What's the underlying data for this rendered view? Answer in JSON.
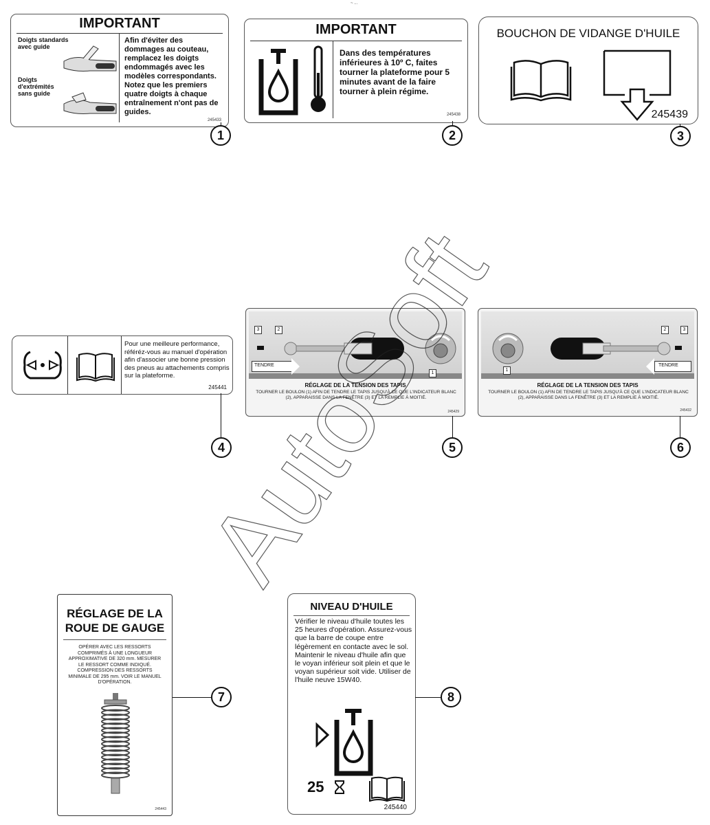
{
  "watermark": "AutoSoft",
  "top_mark": "~ ...",
  "callouts": [
    "1",
    "2",
    "3",
    "4",
    "5",
    "6",
    "7",
    "8"
  ],
  "decal1": {
    "title": "IMPORTANT",
    "label_a": "Doigts standards avec guide",
    "label_b": "Doigts d'extrémités sans guide",
    "text": "Afin d'éviter des dommages au couteau, remplacez les doigts endommagés avec les modèles correspondants. Notez que les premiers quatre doigts à chaque entraînement n'ont pas de guides.",
    "code": "245433"
  },
  "decal2": {
    "title": "IMPORTANT",
    "text": "Dans des températures inférieures à 10º C, faites tourner la plateforme pour 5 minutes avant de la faire tourner à plein régime.",
    "code": "245438"
  },
  "decal3": {
    "title": "BOUCHON DE VIDANGE D'HUILE",
    "code": "245439"
  },
  "decal4": {
    "text": "Pour une meilleure performance, référéz-vous au manuel d'opération afin d'associer une bonne pression des pneus au attachements compris sur la plateforme.",
    "code": "245441"
  },
  "decal5": {
    "arrow_label": "TENDRE",
    "title": "RÉGLAGE DE LA TENSION DES TAPIS",
    "text": "TOURNER LE BOULON (1) AFIN DE TENDRE LE TAPIS JUSQU'À CE QUE L'INDICATEUR BLANC (2), APPARAISSE DANS LA FENÊTRE (3) ET LA REMPLIE À MOITIÉ.",
    "code": "245429",
    "num1": "1",
    "num2": "2",
    "num3": "3"
  },
  "decal6": {
    "arrow_label": "TENDRE",
    "title": "RÉGLAGE DE LA TENSION DES TAPIS",
    "text": "TOURNER LE BOULON (1) AFIN DE TENDRE LE TAPIS JUSQU'À CE QUE L'INDICATEUR BLANC (2), APPARAISSE DANS LA FENÊTRE (3) ET LA REMPLIE À MOITIÉ.",
    "code": "245432",
    "num1": "1",
    "num2": "2",
    "num3": "3"
  },
  "decal7": {
    "title": "RÉGLAGE DE LA ROUE DE GAUGE",
    "text": "OPÉRER AVEC LES RESSORTS COMPRIMÉS À UNE LONGUEUR APPROXIMATIVE DE 320 mm. MESURER LE RESSORT COMME INDIQUÉ. COMPRESSION DES RESSORTS MINIMALE DE 295 mm. VOIR LE MANUEL D'OPÉRATION.",
    "code": "245443"
  },
  "decal8": {
    "title": "NIVEAU D'HUILE",
    "text": "Vérifier le niveau d'huile toutes les 25 heures d'opération. Assurez-vous que la barre de coupe entre légèrement en contacte avec le sol. Maintenir le niveau d'huile afin que le voyan inférieur soit plein et que le voyan supérieur soit vide. Utiliser de l'huile neuve 15W40.",
    "hours": "25",
    "code": "245440"
  }
}
